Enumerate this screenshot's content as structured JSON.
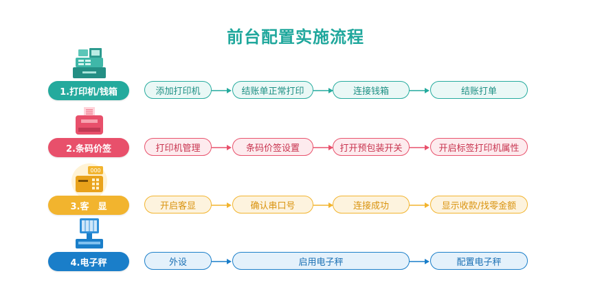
{
  "title": "前台配置实施流程",
  "rows": [
    {
      "label": "1.打印机/钱箱",
      "icon": "cash-register-icon",
      "color": "#24aa9d",
      "steps": [
        "添加打印机",
        "结账单正常打印",
        "连接钱箱",
        "结账打单"
      ]
    },
    {
      "label": "2.条码价签",
      "icon": "label-printer-icon",
      "color": "#e8506b",
      "steps": [
        "打印机管理",
        "条码价签设置",
        "打开预包装开关",
        "开启标签打印机属性"
      ]
    },
    {
      "label": "3.客　显",
      "icon": "customer-display-icon",
      "color": "#f2b42e",
      "steps": [
        "开启客显",
        "确认串口号",
        "连接成功",
        "显示收款/找零金额"
      ]
    },
    {
      "label": "4.电子秤",
      "icon": "electronic-scale-icon",
      "color": "#1a7ec9",
      "steps": [
        "外设",
        "启用电子秤",
        "配置电子秤"
      ]
    }
  ]
}
